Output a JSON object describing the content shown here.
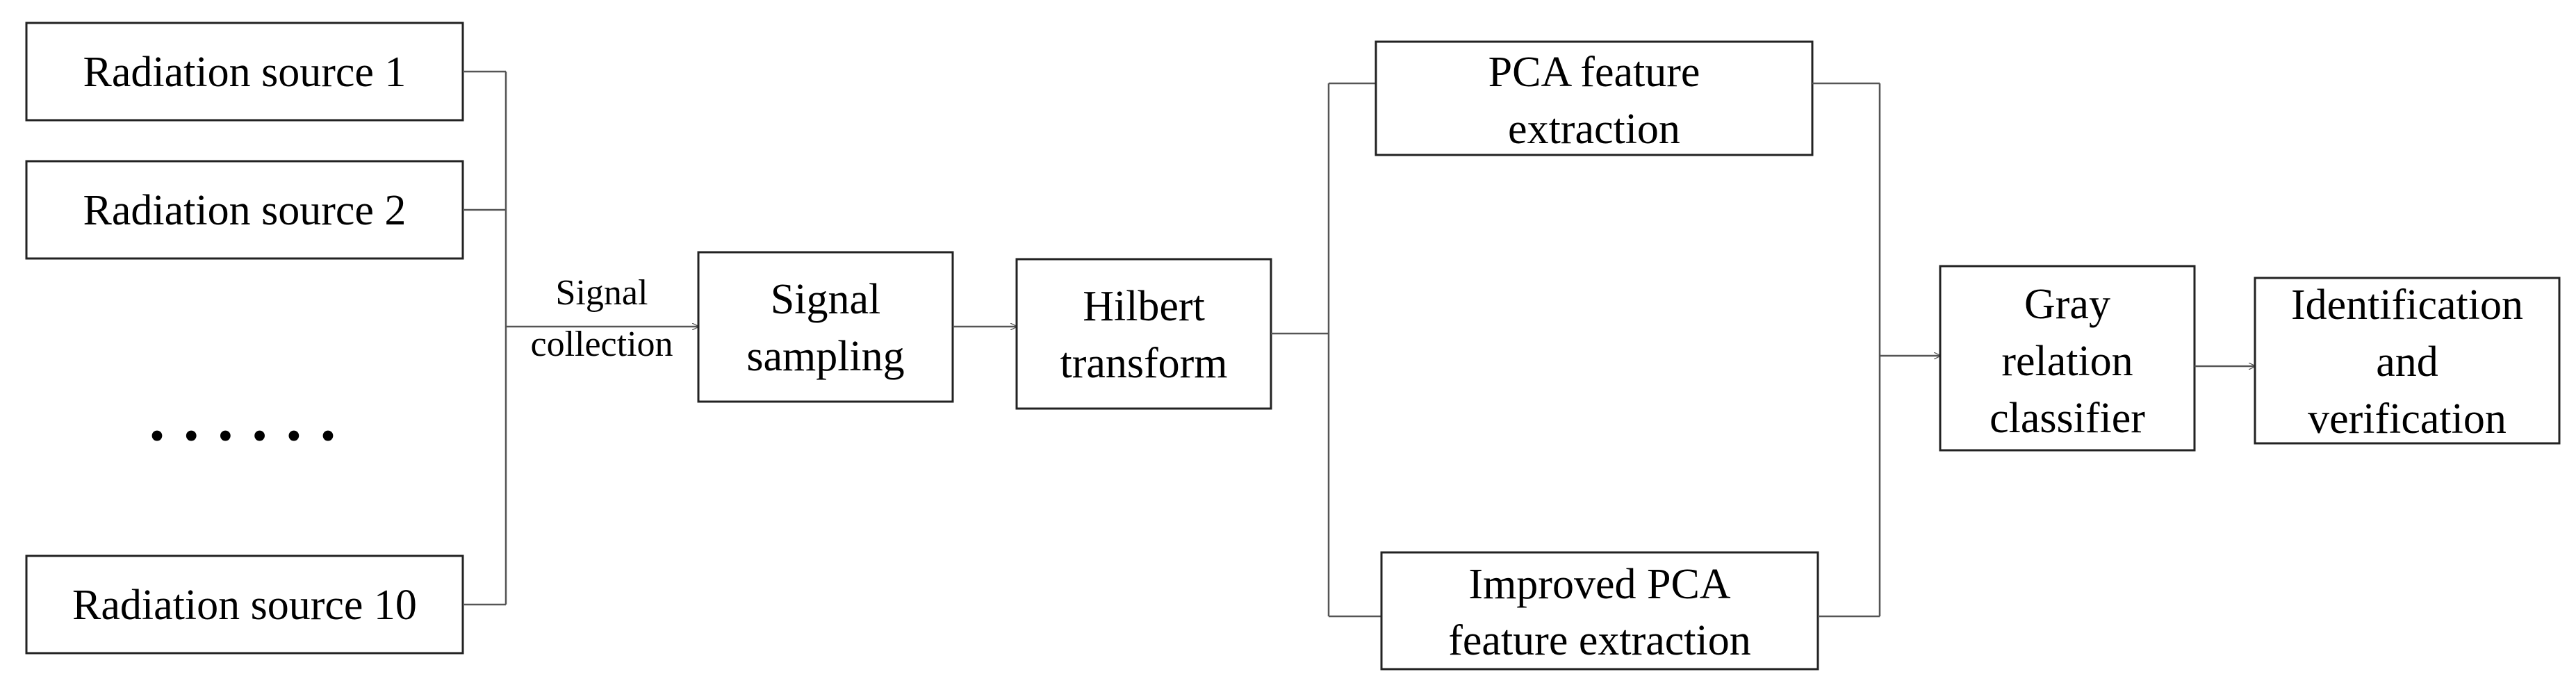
{
  "sources": [
    "Radiation source 1",
    "Radiation source 2",
    "Radiation source 10"
  ],
  "ellipsis": "• • • • • •",
  "edge_label": [
    "Signal",
    "collection"
  ],
  "signal_sampling": [
    "Signal",
    "sampling"
  ],
  "hilbert": [
    "Hilbert",
    "transform"
  ],
  "pca": [
    "PCA feature",
    "extraction"
  ],
  "improved_pca": [
    "Improved PCA",
    "feature extraction"
  ],
  "gray": [
    "Gray",
    "relation",
    "classifier"
  ],
  "identification": [
    "Identification",
    "and",
    "verification"
  ]
}
